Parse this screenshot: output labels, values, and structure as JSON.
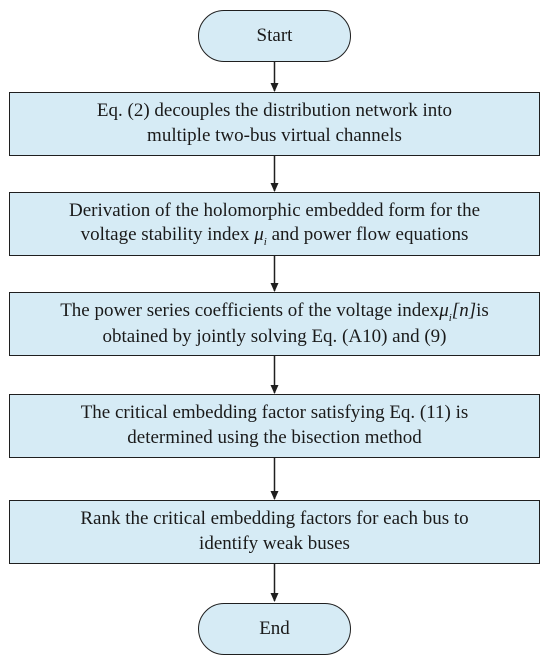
{
  "flowchart": {
    "start": "Start",
    "end": "End",
    "steps": [
      {
        "line1": "Eq. (2) decouples the distribution network into",
        "line2": "multiple two-bus virtual channels"
      },
      {
        "line1": "Derivation of the holomorphic embedded form for the",
        "line2_pre": "voltage stability index ",
        "line2_math": "μ",
        "line2_sub": "i",
        "line2_post": " and power flow equations"
      },
      {
        "line1_pre": "The power series coefficients of the voltage index",
        "line1_math": "μ",
        "line1_sub": "i",
        "line1_bracket": "[n]",
        "line1_post": "is",
        "line2": "obtained by jointly solving Eq. (A10) and (9)"
      },
      {
        "line1": "The critical embedding factor satisfying Eq. (11) is",
        "line2": "determined using the bisection method"
      },
      {
        "line1": "Rank the critical embedding factors for each bus to",
        "line2": "identify weak buses"
      }
    ],
    "colors": {
      "box_fill": "#d6ebf5",
      "border": "#1f1f1f",
      "arrow": "#1f1f1f"
    }
  }
}
